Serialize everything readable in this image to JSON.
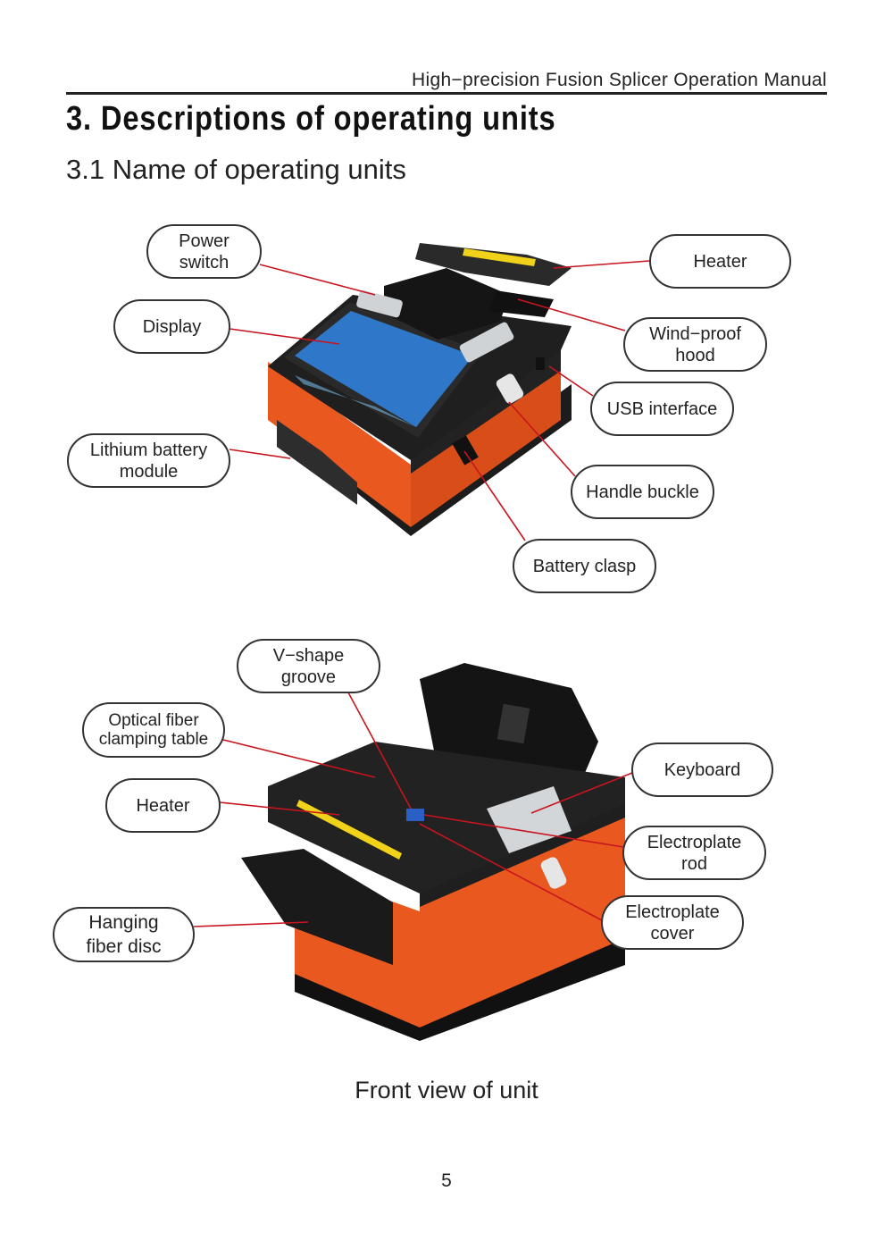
{
  "header": {
    "manual_title": "High−precision Fusion Splicer  Operation Manual"
  },
  "section": {
    "title": "3. Descriptions of operating units",
    "subtitle": "3.1 Name of operating units"
  },
  "figure1": {
    "callouts": {
      "power_switch": "Power\nswitch",
      "display": "Display",
      "lithium_battery": "Lithium battery\nmodule",
      "heater": "Heater",
      "wind_proof_hood": "Wind−proof\nhood",
      "usb_interface": "USB interface",
      "handle_buckle": "Handle buckle",
      "battery_clasp": "Battery clasp"
    }
  },
  "figure2": {
    "callouts": {
      "v_shape_groove": "V−shape\ngroove",
      "optical_fiber_clamping": "Optical fiber\nclamping table",
      "heater": "Heater",
      "hanging_fiber_disc": "Hanging\nfiber disc",
      "keyboard": "Keyboard",
      "electroplate_rod": "Electroplate\nrod",
      "electroplate_cover": "Electroplate\ncover"
    },
    "caption": "Front view of unit"
  },
  "footer": {
    "page_number": "5"
  },
  "colors": {
    "device_orange": "#e8581f",
    "device_black": "#1c1c1c",
    "screen_blue": "#2f78c9",
    "leader_red": "#c8141e"
  }
}
